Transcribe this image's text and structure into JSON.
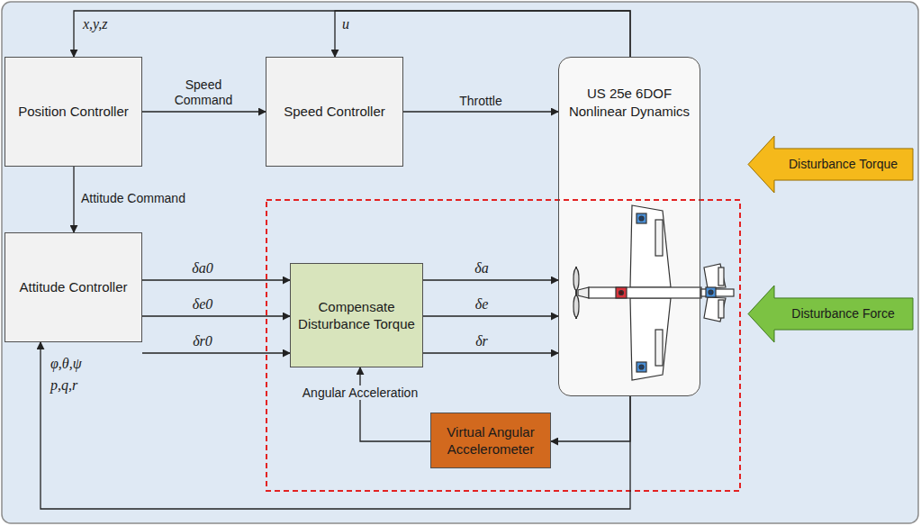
{
  "diagram": {
    "nodes": [
      {
        "text": [
          "Position Controller"
        ]
      },
      {
        "text": [
          "Speed Controller"
        ]
      },
      {
        "text": [
          "US 25e 6DOF Nonlinear Dynamics"
        ]
      },
      {
        "text": [
          "Attitude Controller"
        ]
      },
      {
        "text": [
          "Compensate Disturbance Torque"
        ]
      },
      {
        "text": [
          "Virtual Angular Accelerometer"
        ]
      },
      {
        "text": [
          "Disturbance Torque"
        ]
      },
      {
        "text": [
          "Disturbance Force"
        ]
      }
    ],
    "edges": [
      {
        "from": 0,
        "to": 1,
        "arrow": "to",
        "label": "Speed Command"
      },
      {
        "from": 1,
        "to": 2,
        "arrow": "to",
        "label": "Throttle"
      },
      {
        "from": 0,
        "to": 3,
        "arrow": "to",
        "label": "Attitude Command"
      },
      {
        "from": 3,
        "to": 4,
        "arrow": "to",
        "label": "δa0"
      },
      {
        "from": 3,
        "to": 4,
        "arrow": "to",
        "label": "δe0"
      },
      {
        "from": 3,
        "to": 4,
        "arrow": "to",
        "label": "δr0"
      },
      {
        "from": 4,
        "to": 2,
        "arrow": "to",
        "label": "δa"
      },
      {
        "from": 4,
        "to": 2,
        "arrow": "to",
        "label": "δe"
      },
      {
        "from": 4,
        "to": 2,
        "arrow": "to",
        "label": "δr"
      },
      {
        "from": 2,
        "to": 5,
        "arrow": "to"
      },
      {
        "from": 5,
        "to": 4,
        "arrow": "to",
        "label": "Angular Acceleration"
      },
      {
        "from": 2,
        "to": 0,
        "arrow": "to",
        "label": "x,y,z"
      },
      {
        "from": 2,
        "to": 1,
        "arrow": "to",
        "label": "u"
      },
      {
        "from": 2,
        "to": 3,
        "arrow": "to",
        "label": "φ,θ,ψ p,q,r"
      }
    ]
  }
}
